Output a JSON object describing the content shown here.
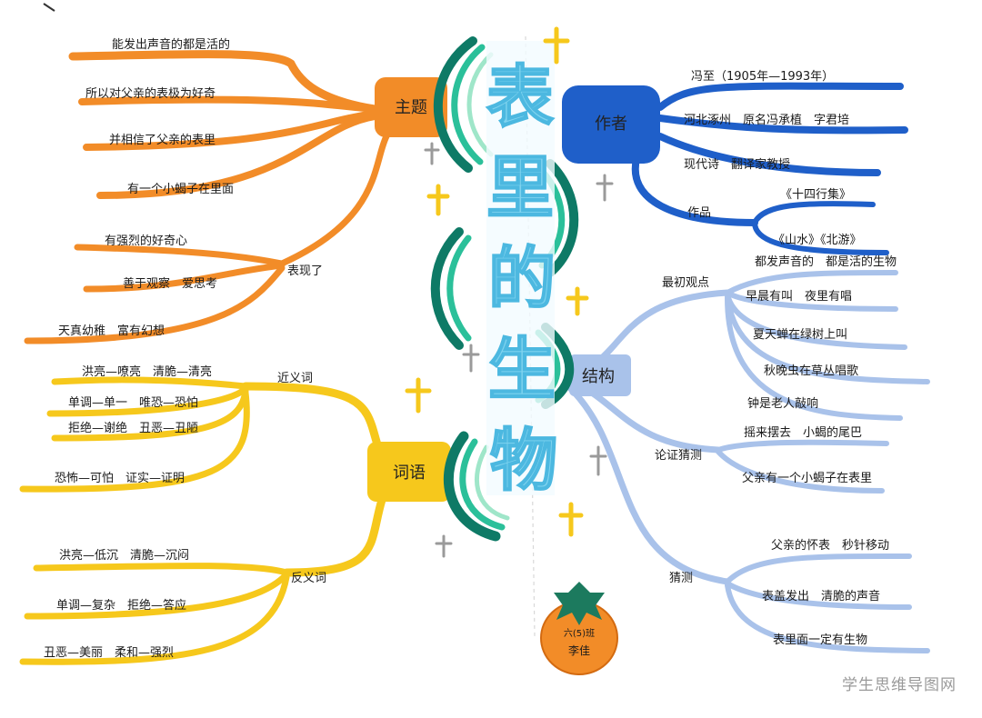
{
  "title": [
    "表",
    "里",
    "的",
    "生",
    "物"
  ],
  "hubs": {
    "theme": "主题",
    "author": "作者",
    "words": "词语",
    "structure": "结构"
  },
  "theme": {
    "items": [
      "能发出声音的都是活的",
      "所以对父亲的表极为好奇",
      "并相信了父亲的表里",
      "有一个小蝎子在里面"
    ],
    "express_label": "表现了",
    "express_items": [
      "有强烈的好奇心",
      "善于观察　爱思考",
      "天真幼稚　富有幻想"
    ]
  },
  "author": {
    "items": [
      "冯至（1905年—1993年）",
      "河北涿州　原名冯承植　字君培",
      "现代诗　翻译家教授"
    ],
    "works_label": "作品",
    "works": [
      "《十四行集》",
      "《山水》《北游》"
    ]
  },
  "words": {
    "near_label": "近义词",
    "near": [
      "洪亮—嘹亮　清脆—清亮",
      "单调—单一　唯恐—恐怕",
      "拒绝—谢绝　丑恶—丑陋",
      "恐怖—可怕　证实—证明"
    ],
    "anti_label": "反义词",
    "anti": [
      "洪亮—低沉　清脆—沉闷",
      "单调—复杂　拒绝—答应",
      "丑恶—美丽　柔和—强烈"
    ]
  },
  "structure": {
    "view_label": "最初观点",
    "view": [
      "都发声音的　都是活的生物",
      "早晨有叫　夜里有唱",
      "夏天蝉在绿树上叫",
      "秋晚虫在草丛唱歌",
      "钟是老人敲响"
    ],
    "verify_label": "论证猜测",
    "verify": [
      "摇来摆去　小蝎的尾巴",
      "父亲有一个小蝎子在表里"
    ],
    "guess_label": "猜测",
    "guess": [
      "父亲的怀表　秒针移动",
      "表盖发出　清脆的声音",
      "表里面一定有生物"
    ]
  },
  "signature": {
    "class": "六(5)班",
    "name": "李佳"
  },
  "watermark": "学生思维导图网",
  "colors": {
    "orange": "#f28c28",
    "blue": "#1f5fc9",
    "yellow": "#f6c81c",
    "light_blue": "#a9c2ea",
    "green": "#1aa58a",
    "title_blue": "#7fd3ef"
  }
}
